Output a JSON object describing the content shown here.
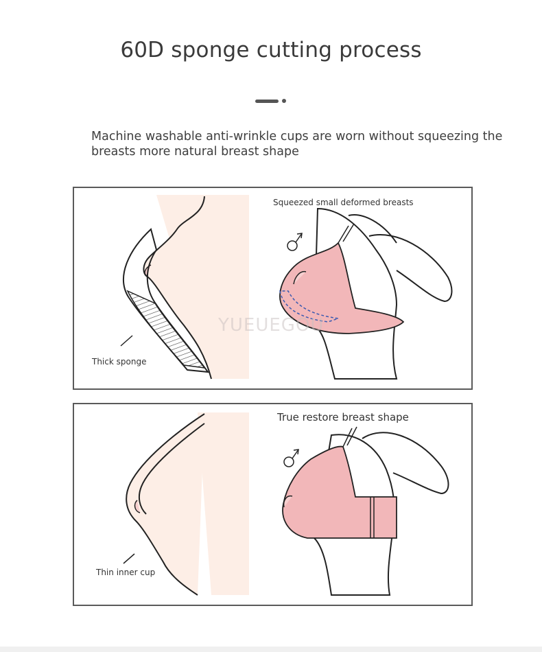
{
  "title": "60D sponge cutting process",
  "subtitle": "Machine washable anti-wrinkle cups are worn without squeezing the breasts more natural breast shape",
  "watermark": "YUEUEGOU",
  "panel1": {
    "left_label": "Thick sponge",
    "right_label": "Squeezed small deformed breasts"
  },
  "panel2": {
    "left_label": "Thin inner cup",
    "right_label": "True restore breast shape"
  },
  "colors": {
    "skin": "#fdeee6",
    "cup_pink": "#f2b7b9",
    "line": "#222222",
    "border": "#5a5a5a"
  },
  "icons": [
    "male-arrow-icon",
    "male-arrow-icon"
  ]
}
